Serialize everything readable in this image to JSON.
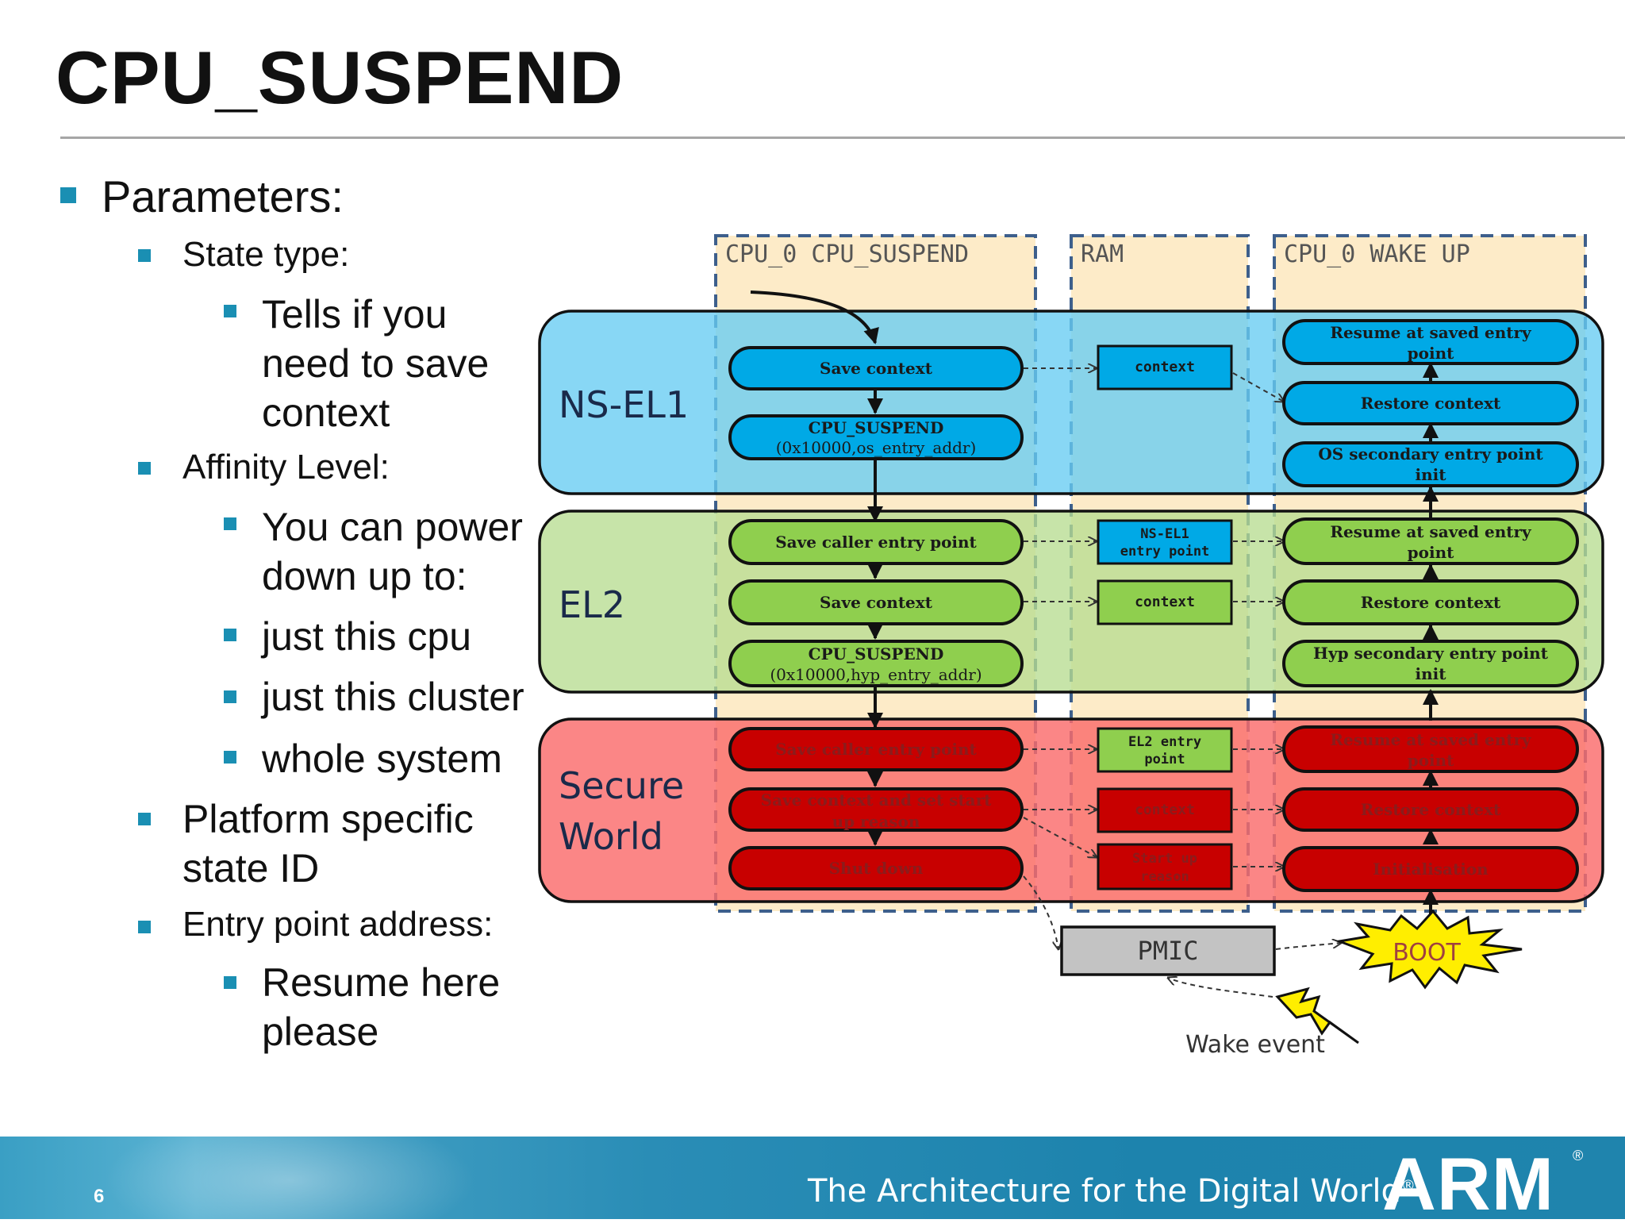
{
  "slide": {
    "title": "CPU_SUSPEND",
    "page_number": "6",
    "tagline": "The Architecture for the Digital World",
    "tagline_mark": "®",
    "logo_text": "ARM",
    "logo_mark": "®"
  },
  "bullets": {
    "parameters": "Parameters:",
    "state_type": "State type:",
    "state_type_desc": [
      "Tells if you",
      "need to save",
      "context"
    ],
    "affinity_level": "Affinity Level:",
    "affinity_desc": [
      "You can power",
      "down up to:"
    ],
    "affinity_options": [
      "just this cpu",
      "just this cluster",
      "whole system"
    ],
    "platform_state": [
      "Platform specific",
      "state ID"
    ],
    "entry_point": "Entry point address:",
    "entry_point_desc": [
      "Resume  here",
      "please"
    ]
  },
  "diagram": {
    "columns": [
      "CPU_0 CPU_SUSPEND",
      "RAM",
      "CPU_0 WAKE UP"
    ],
    "bands": {
      "ns_el1": "NS-EL1",
      "el2": "EL2",
      "secure": [
        "Secure",
        "World"
      ]
    },
    "suspend_steps": {
      "ns_el1": [
        [
          "Save context"
        ],
        [
          "CPU_SUSPEND",
          "(0x10000,os_entry_addr)"
        ]
      ],
      "el2": [
        [
          "Save caller entry point"
        ],
        [
          "Save context"
        ],
        [
          "CPU_SUSPEND",
          "(0x10000,hyp_entry_addr)"
        ]
      ],
      "secure": [
        [
          "Save caller entry point"
        ],
        [
          "Save context and set start",
          "up reason"
        ],
        [
          "Shut down"
        ]
      ]
    },
    "ram_boxes": {
      "ns_el1": [
        [
          "context"
        ]
      ],
      "el2": [
        [
          "NS-EL1",
          "entry point"
        ],
        [
          "context"
        ]
      ],
      "secure": [
        [
          "EL2 entry",
          "point"
        ],
        [
          "context"
        ],
        [
          "Start up",
          "reason"
        ]
      ]
    },
    "wake_steps": {
      "ns_el1": [
        [
          "Resume at saved entry",
          "point"
        ],
        [
          "Restore context"
        ],
        [
          "OS secondary entry point",
          "init"
        ]
      ],
      "el2": [
        [
          "Resume at saved entry",
          "point"
        ],
        [
          "Restore context"
        ],
        [
          "Hyp secondary entry point",
          "init"
        ]
      ],
      "secure": [
        [
          "Resume at saved entry",
          "point"
        ],
        [
          "Restore context"
        ],
        [
          "Initialisation"
        ]
      ]
    },
    "pmic": "PMIC",
    "boot": "BOOT",
    "wake_event": "Wake event",
    "colors": {
      "ns_el1_band": "#87d4f2",
      "ns_el1_pill": "#00a9e6",
      "el2_band": "#c7e3a8",
      "el2_pill": "#8fcf4e",
      "secure_band": "#f98484",
      "secure_pill": "#c80000",
      "column_bg": "#fdebc8",
      "column_border": "#3d5f8c",
      "accent": "#1a8fb3"
    }
  }
}
